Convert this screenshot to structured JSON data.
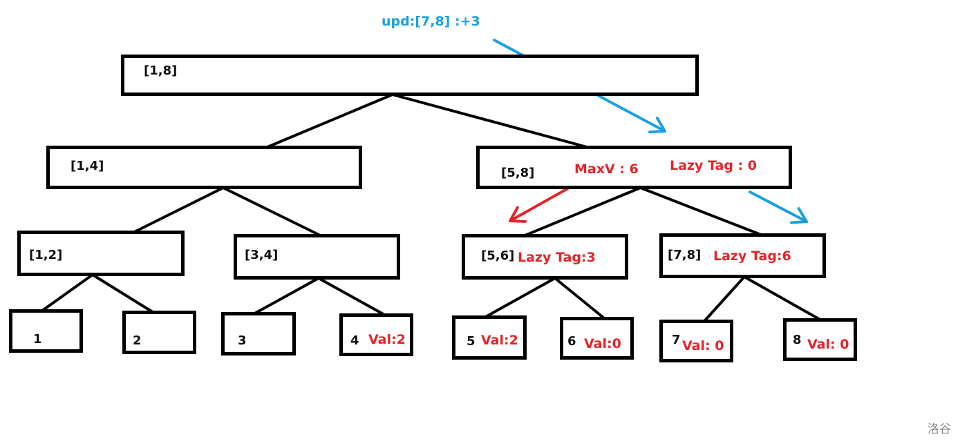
{
  "colors": {
    "red": "#e3242b",
    "blue": "#1ca0e0",
    "edge": "#000000"
  },
  "update_label": "upd:[7,8] :+3",
  "nodes": {
    "n18": {
      "range": "[1,8]"
    },
    "n14": {
      "range": "[1,4]"
    },
    "n58": {
      "range": "[5,8]",
      "maxv": "MaxV : 6",
      "lazy": "Lazy Tag : 0"
    },
    "n12": {
      "range": "[1,2]"
    },
    "n34": {
      "range": "[3,4]"
    },
    "n56": {
      "range": "[5,6]",
      "lazy": "Lazy Tag:3"
    },
    "n78": {
      "range": "[7,8]",
      "lazy": "Lazy Tag:6"
    },
    "l1": {
      "index": "1"
    },
    "l2": {
      "index": "2"
    },
    "l3": {
      "index": "3"
    },
    "l4": {
      "index": "4",
      "val": "Val:2"
    },
    "l5": {
      "index": "5",
      "val": "Val:2"
    },
    "l6": {
      "index": "6",
      "val": "Val:0"
    },
    "l7": {
      "index": "7",
      "val": "Val: 0"
    },
    "l8": {
      "index": "8",
      "val": "Val: 0"
    }
  },
  "edges": [
    [
      "n18",
      "n14"
    ],
    [
      "n18",
      "n58"
    ],
    [
      "n14",
      "n12"
    ],
    [
      "n14",
      "n34"
    ],
    [
      "n58",
      "n56"
    ],
    [
      "n58",
      "n78"
    ],
    [
      "n12",
      "l1"
    ],
    [
      "n12",
      "l2"
    ],
    [
      "n34",
      "l3"
    ],
    [
      "n34",
      "l4"
    ],
    [
      "n56",
      "l5"
    ],
    [
      "n56",
      "l6"
    ],
    [
      "n78",
      "l7"
    ],
    [
      "n78",
      "l8"
    ]
  ],
  "arrows": [
    {
      "name": "update-arrow",
      "color": "blue",
      "from": "update-label",
      "to": "n58"
    },
    {
      "name": "maxv-arrow",
      "color": "red",
      "from": "n58",
      "to": "n56"
    },
    {
      "name": "pushdown-arrow",
      "color": "blue",
      "from": "n58",
      "to": "n78"
    }
  ],
  "watermark": "洛谷"
}
